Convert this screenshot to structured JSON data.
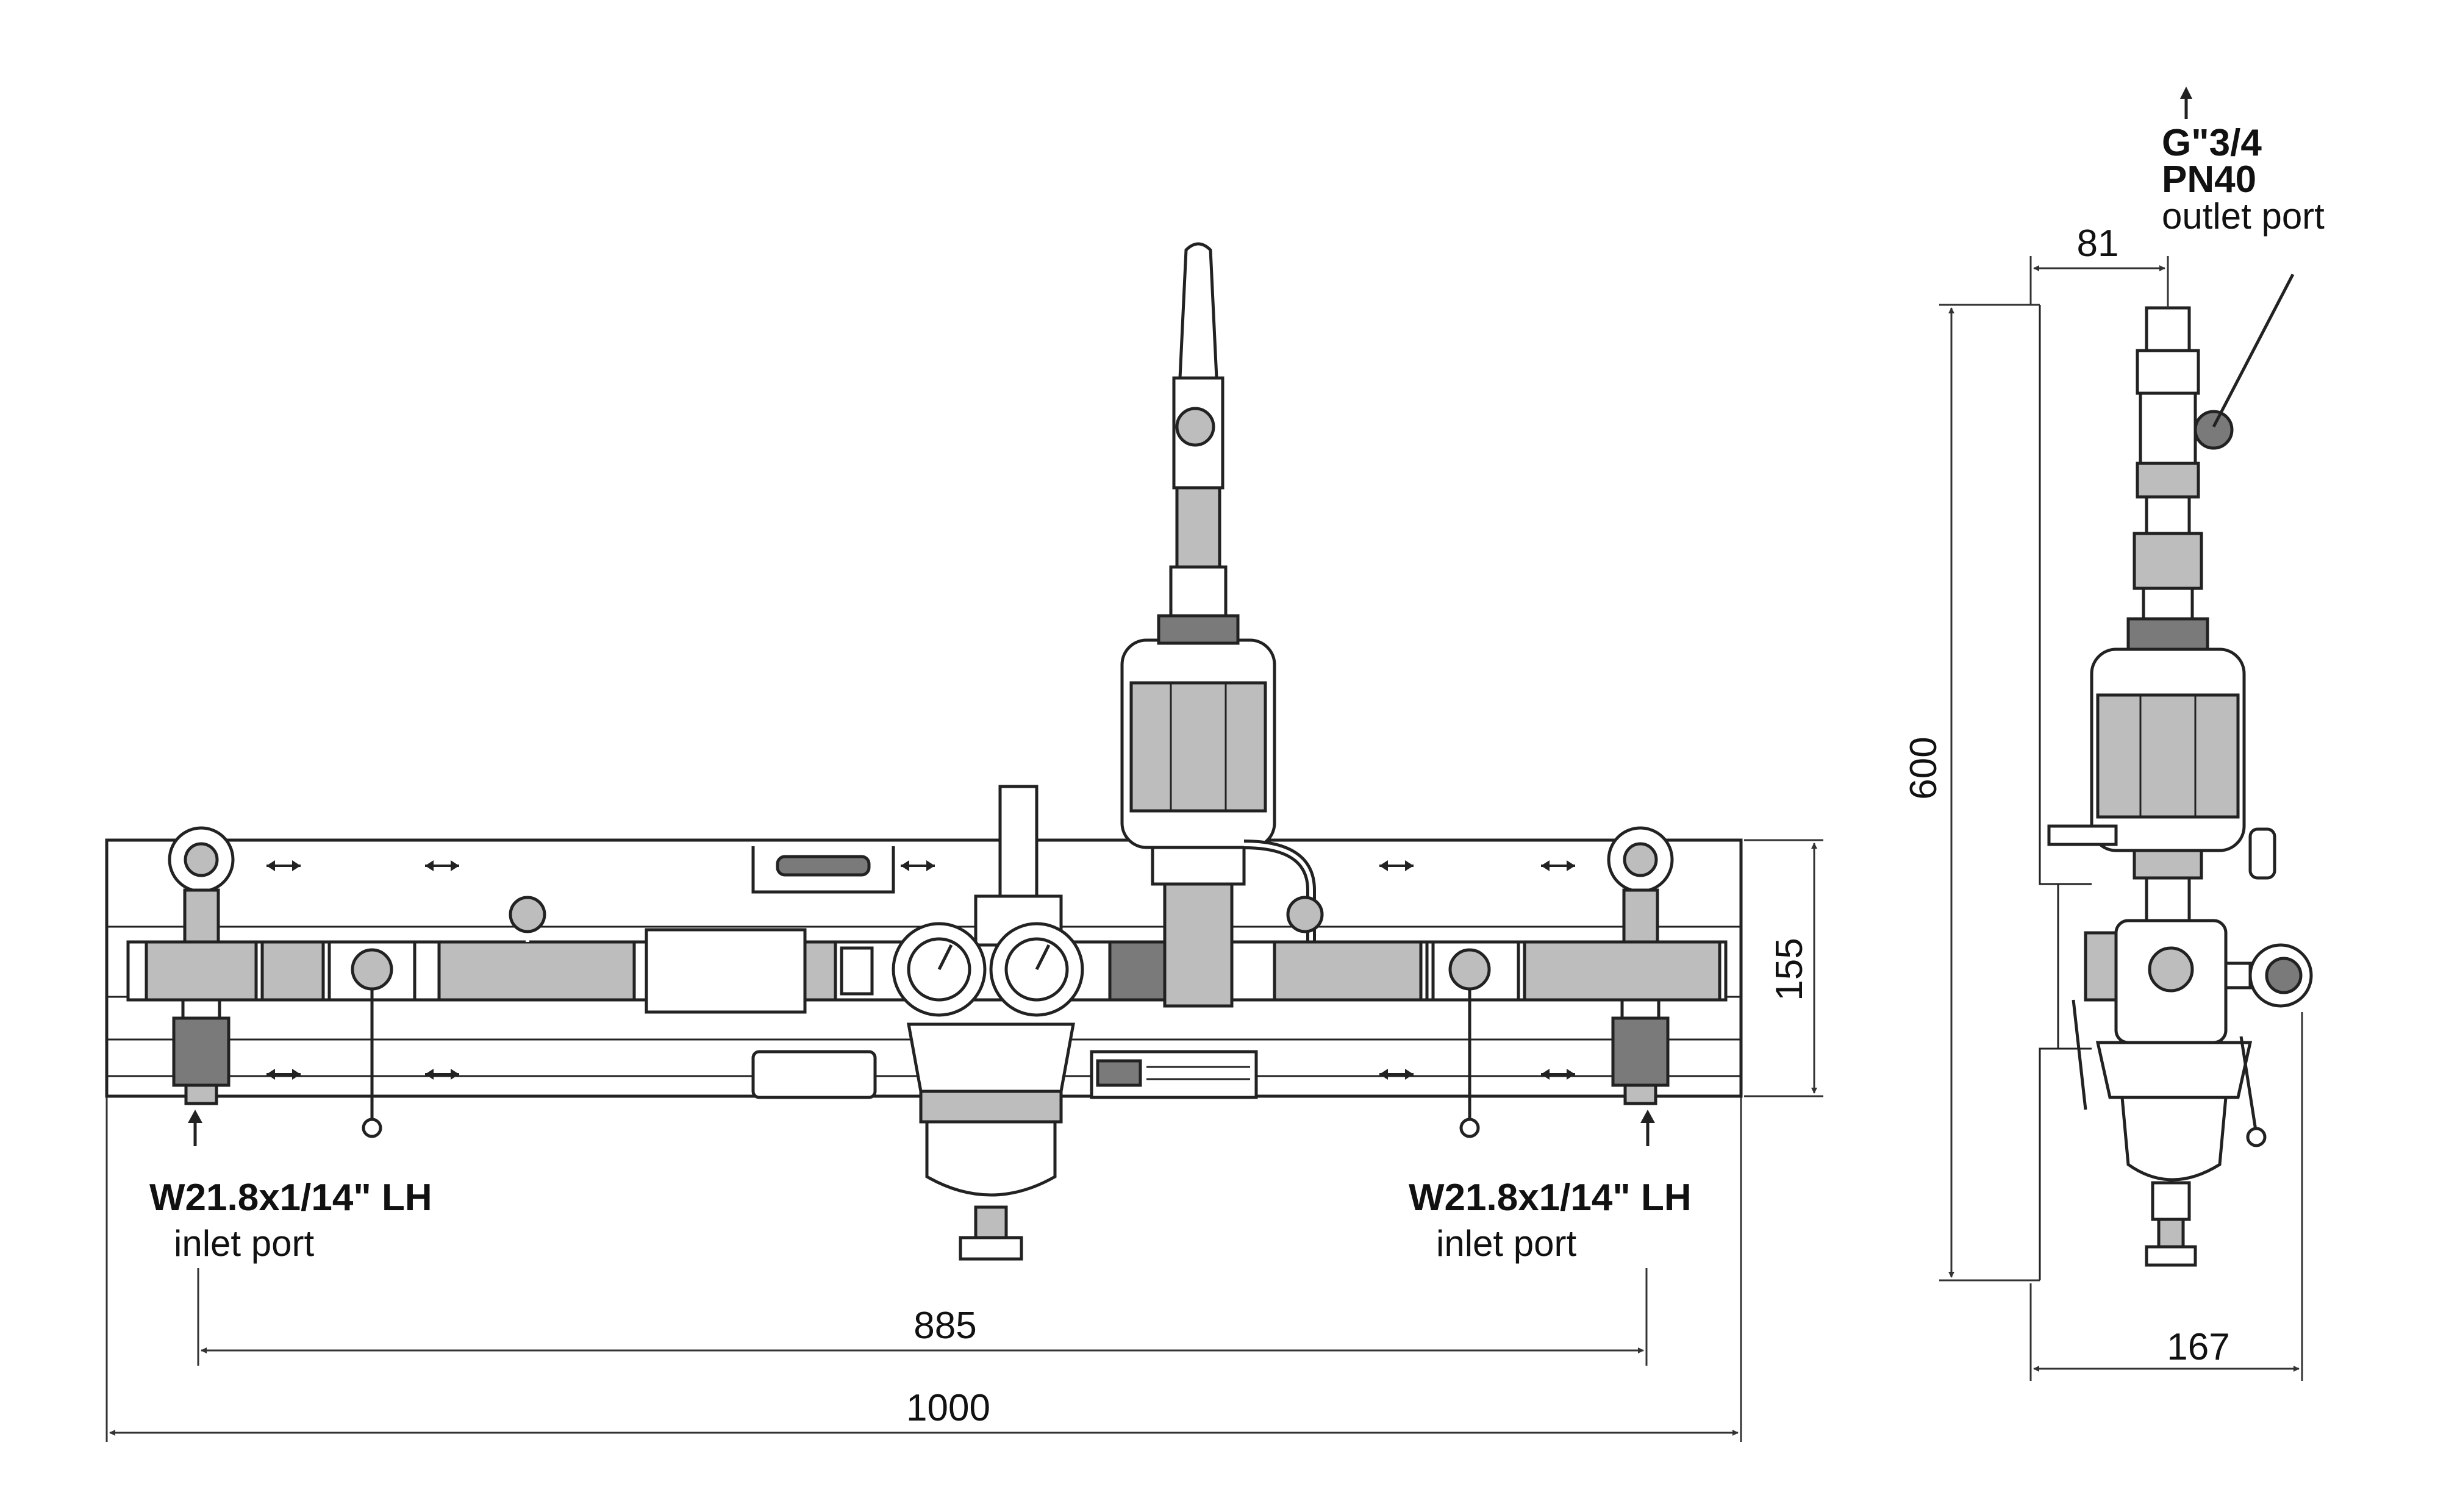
{
  "front_view": {
    "left_inlet": {
      "thread": "W21.8x1/14\" LH",
      "label": "inlet port"
    },
    "right_inlet": {
      "thread": "W21.8x1/14\" LH",
      "label": "inlet port"
    },
    "dim_inlet_spacing": "885",
    "dim_total_width": "1000",
    "dim_panel_height": "155"
  },
  "side_view": {
    "outlet_thread": "G\"3/4",
    "outlet_pressure": "PN40",
    "outlet_label": "outlet port",
    "dim_outlet_offset": "81",
    "dim_height": "600",
    "dim_depth": "167"
  }
}
